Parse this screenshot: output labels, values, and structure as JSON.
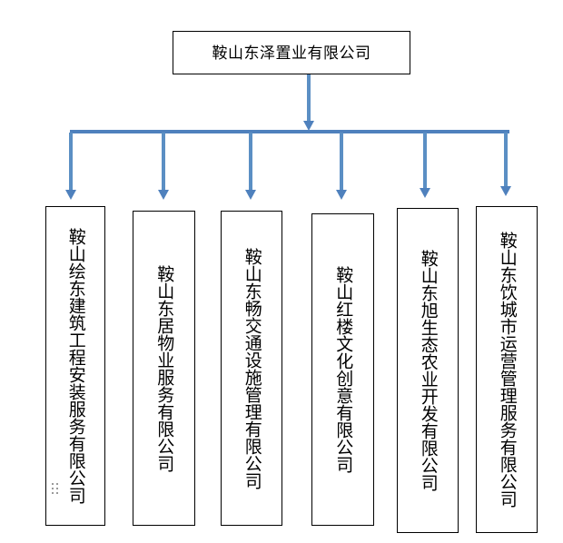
{
  "diagram": {
    "type": "organization-chart",
    "orientation": "top-down",
    "connector_color": "#4F81BD",
    "node_border_color": "#000000",
    "background_color": "#FFFFFF",
    "root": {
      "label": "鞍山东泽置业有限公司",
      "text_direction": "horizontal"
    },
    "children": [
      {
        "label": "鞍山绘东建筑工程安装服务有限公司",
        "text_direction": "vertical"
      },
      {
        "label": "鞍山东居物业服务有限公司",
        "text_direction": "vertical"
      },
      {
        "label": "鞍山东畅交通设施管理有限公司",
        "text_direction": "vertical"
      },
      {
        "label": "鞍山红楼文化创意有限公司",
        "text_direction": "vertical"
      },
      {
        "label": "鞍山东旭生态农业开发有限公司",
        "text_direction": "vertical"
      },
      {
        "label": "鞍山东饮城市运营管理服务有限公司",
        "text_direction": "vertical"
      }
    ]
  }
}
